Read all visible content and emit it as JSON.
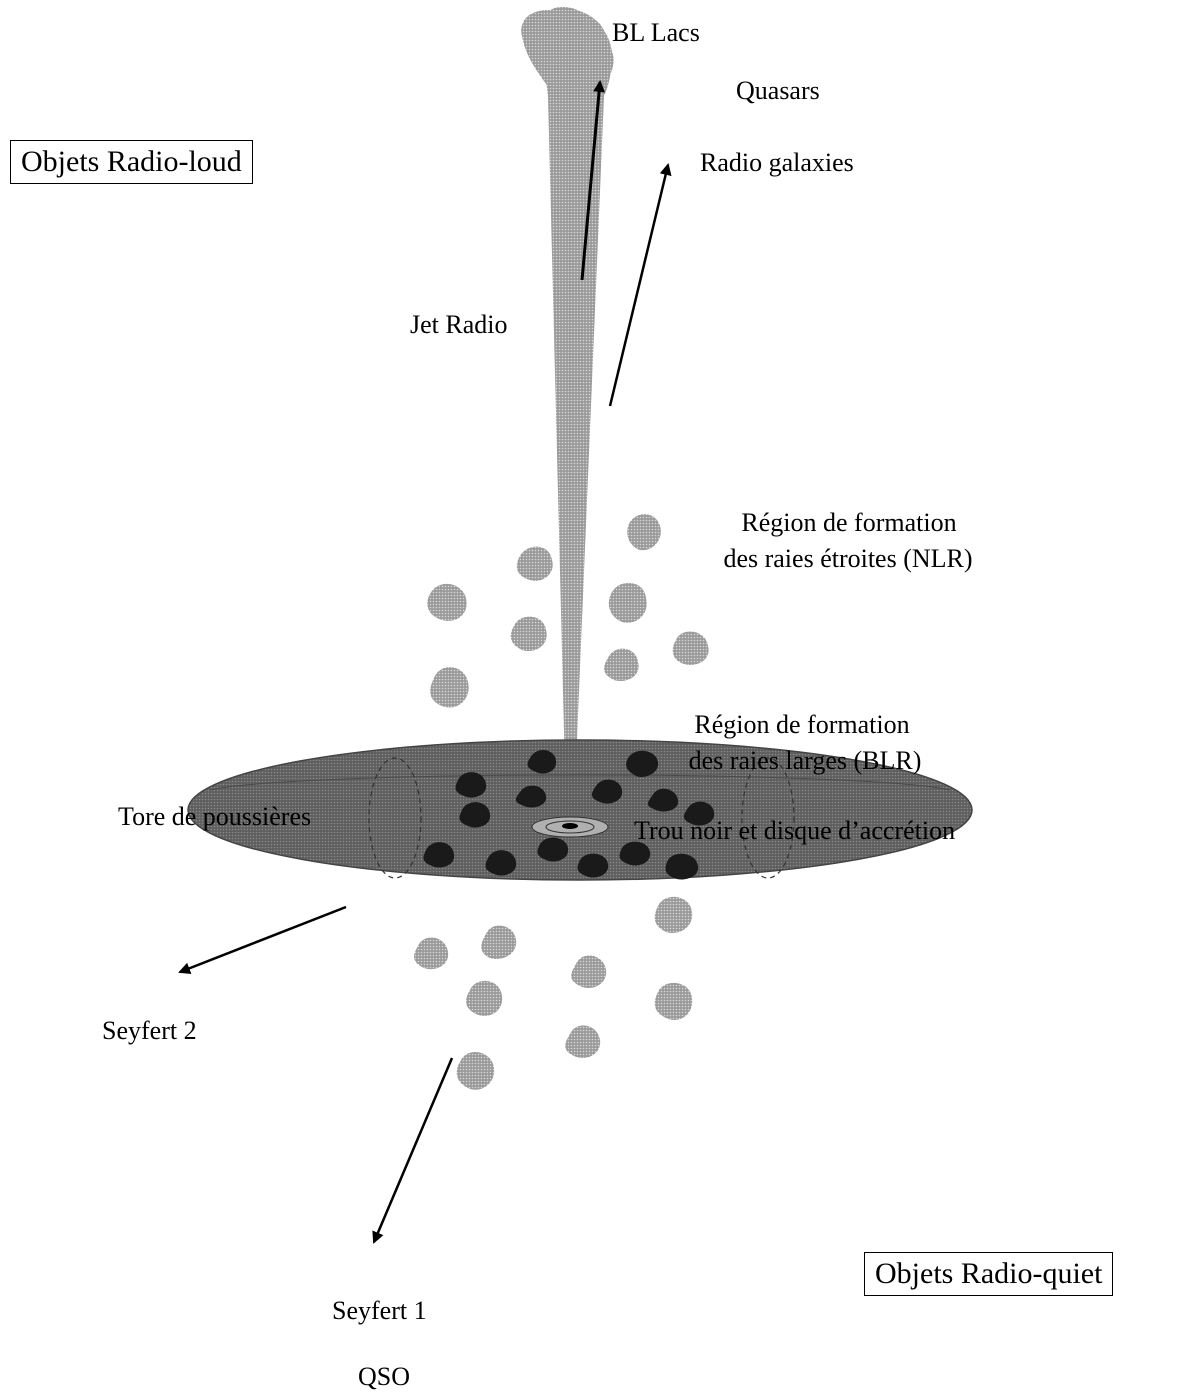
{
  "labels": {
    "bl_lacs": "BL Lacs",
    "quasars": "Quasars",
    "radio_galaxies": "Radio galaxies",
    "jet_radio": "Jet Radio",
    "nlr_line1": "Région de formation",
    "nlr_line2": "des raies étroites (NLR)",
    "blr_line1": "Région de formation",
    "blr_line2": "des raies larges (BLR)",
    "torus": "Tore de poussières",
    "black_hole": "Trou noir et disque d’accrétion",
    "seyfert2": "Seyfert 2",
    "seyfert1": "Seyfert 1",
    "qso": "QSO",
    "radio_loud": "Objets Radio-loud",
    "radio_quiet": "Objets Radio-quiet"
  },
  "colors": {
    "jet": "#b8b8b8",
    "torus": "#6e6e6e",
    "cloud_light": "#7c7c7c",
    "cloud_dark": "#1a1a1a",
    "arrow": "#000000"
  }
}
